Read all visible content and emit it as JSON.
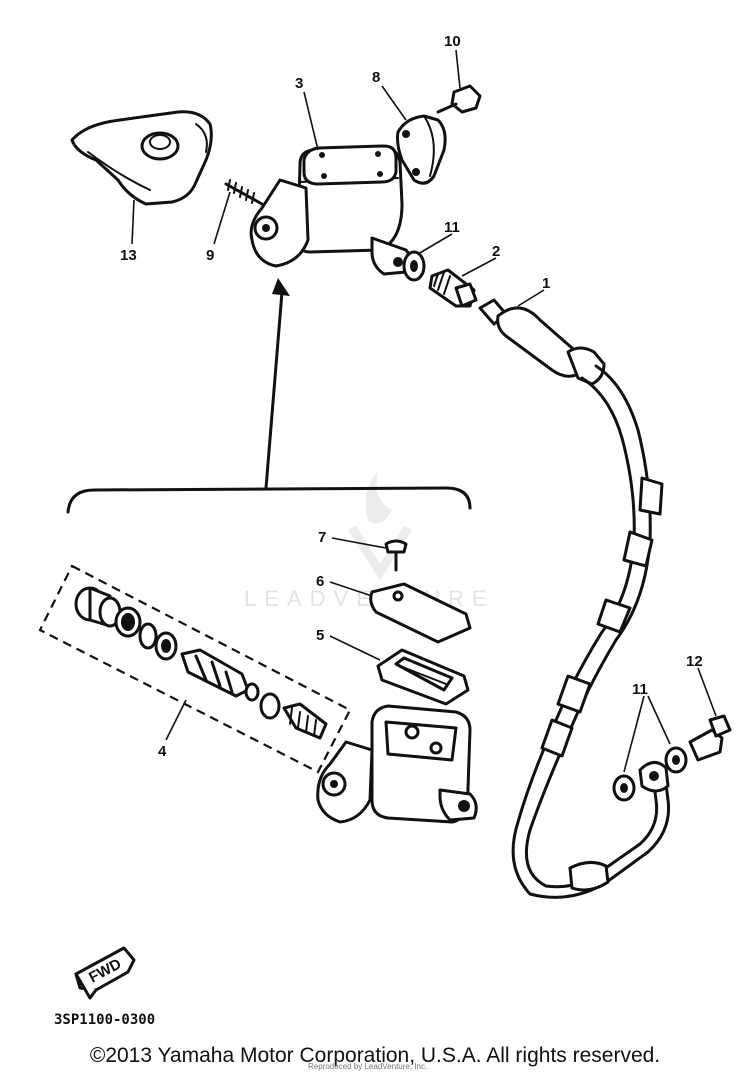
{
  "callouts": {
    "c1": "1",
    "c2": "2",
    "c3": "3",
    "c4": "4",
    "c5": "5",
    "c6": "6",
    "c7": "7",
    "c8": "8",
    "c9": "9",
    "c10": "10",
    "c11a": "11",
    "c11b": "11",
    "c12": "12",
    "c13": "13"
  },
  "fwd_label": "FWD",
  "diagram_code": "3SP1100-0300",
  "watermark_text": "LEADVENTURE",
  "copyright": "©2013 Yamaha Motor Corporation, U.S.A. All rights reserved.",
  "reproduced_by": "Reproduced by LeadVenture, Inc."
}
